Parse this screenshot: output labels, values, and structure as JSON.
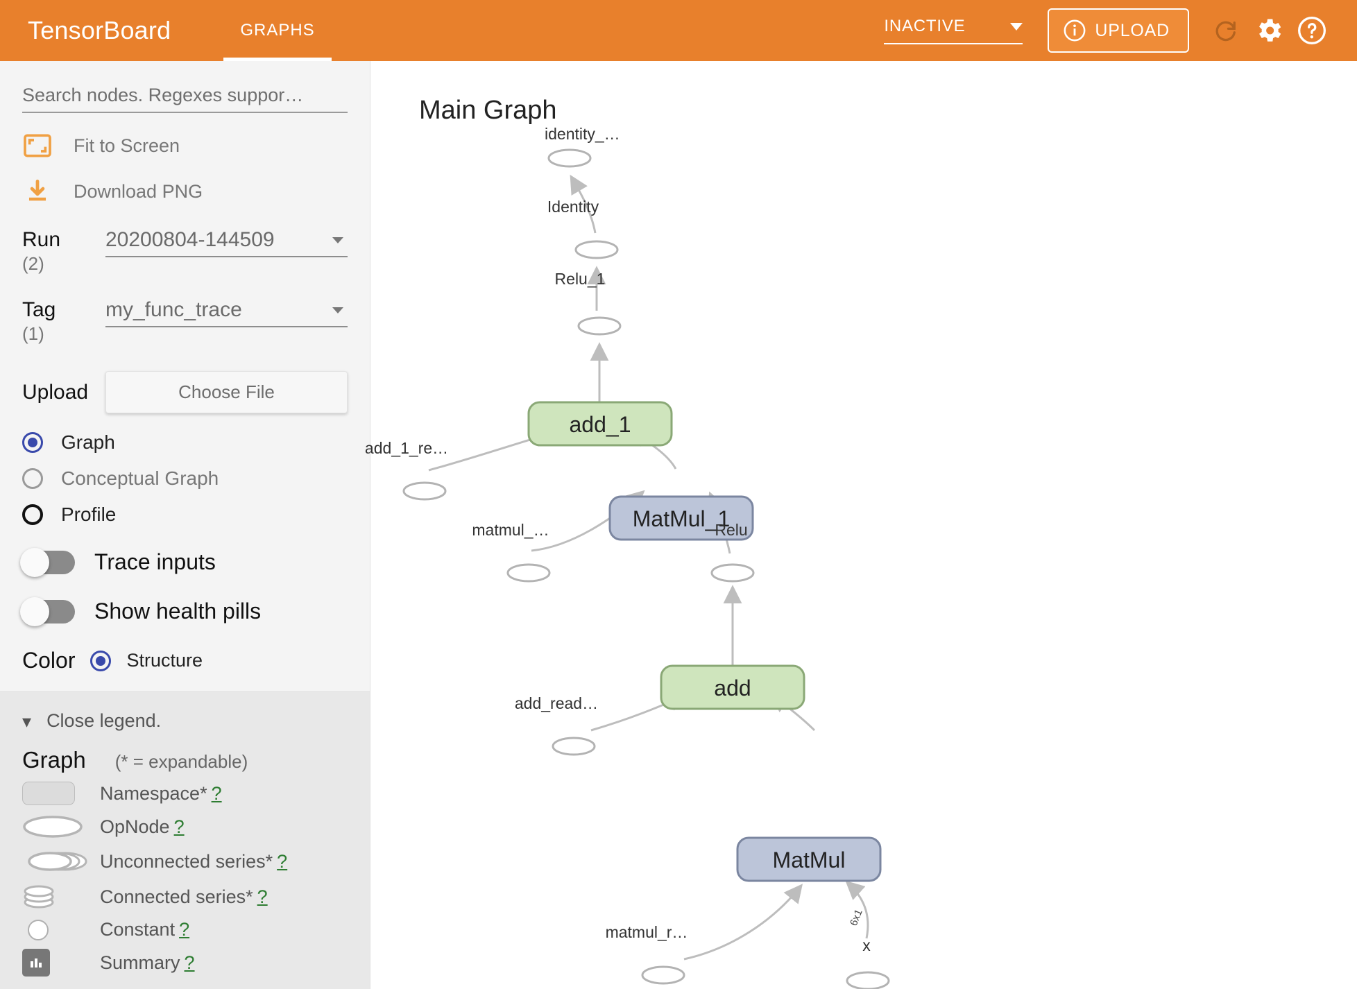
{
  "header": {
    "brand": "TensorBoard",
    "tabs": [
      {
        "label": "GRAPHS",
        "active": true
      }
    ],
    "run_status": "INACTIVE",
    "upload_label": "UPLOAD",
    "icons": [
      "refresh-icon",
      "gear-icon",
      "help-icon"
    ],
    "bg_color": "#e8802c"
  },
  "sidebar": {
    "search": {
      "placeholder": "Search nodes. Regexes suppor…",
      "value": ""
    },
    "actions": [
      {
        "label": "Fit to Screen",
        "icon": "fit-to-screen-icon"
      },
      {
        "label": "Download PNG",
        "icon": "download-icon"
      }
    ],
    "run": {
      "label": "Run",
      "count": "(2)",
      "value": "20200804-144509"
    },
    "tag": {
      "label": "Tag",
      "count": "(1)",
      "value": "my_func_trace"
    },
    "upload": {
      "label": "Upload",
      "button": "Choose File"
    },
    "graph_type": {
      "options": [
        {
          "label": "Graph",
          "state": "selected"
        },
        {
          "label": "Conceptual Graph",
          "state": "disabled"
        },
        {
          "label": "Profile",
          "state": "unselected-dark"
        }
      ]
    },
    "toggles": [
      {
        "label": "Trace inputs",
        "on": false
      },
      {
        "label": "Show health pills",
        "on": false
      }
    ],
    "color": {
      "label": "Color",
      "option": "Structure",
      "selected": true
    },
    "accent_color": "#3949ab"
  },
  "legend": {
    "close_label": "Close legend.",
    "title": "Graph",
    "note": "(* = expandable)",
    "help_mark": "?",
    "items": [
      {
        "label": "Namespace*",
        "symbol": "namespace-rect-icon"
      },
      {
        "label": "OpNode",
        "symbol": "opnode-ellipse-icon"
      },
      {
        "label": "Unconnected series*",
        "symbol": "unconnected-series-icon"
      },
      {
        "label": "Connected series*",
        "symbol": "connected-series-icon"
      },
      {
        "label": "Constant",
        "symbol": "constant-circle-icon"
      },
      {
        "label": "Summary",
        "symbol": "summary-icon"
      }
    ]
  },
  "graph": {
    "title": "Main Graph",
    "nodes": [
      {
        "id": "identity_out",
        "label": "identity_…",
        "type": "op"
      },
      {
        "id": "Identity",
        "label": "Identity",
        "type": "op"
      },
      {
        "id": "Relu_1",
        "label": "Relu_1",
        "type": "op"
      },
      {
        "id": "add_1",
        "label": "add_1",
        "type": "namespace-green"
      },
      {
        "id": "add_1_readvar",
        "label": "add_1_re…",
        "type": "op"
      },
      {
        "id": "MatMul_1",
        "label": "MatMul_1",
        "type": "namespace-blue"
      },
      {
        "id": "matmul_1_readvar",
        "label": "matmul_…",
        "type": "op"
      },
      {
        "id": "Relu",
        "label": "Relu",
        "type": "op"
      },
      {
        "id": "add",
        "label": "add",
        "type": "namespace-green"
      },
      {
        "id": "add_read",
        "label": "add_read…",
        "type": "op"
      },
      {
        "id": "MatMul",
        "label": "MatMul",
        "type": "namespace-blue"
      },
      {
        "id": "matmul_read",
        "label": "matmul_r…",
        "type": "op"
      },
      {
        "id": "x",
        "label": "x",
        "type": "op"
      }
    ],
    "edges": [
      {
        "from": "Identity",
        "to": "identity_out"
      },
      {
        "from": "Relu_1",
        "to": "Identity"
      },
      {
        "from": "add_1",
        "to": "Relu_1"
      },
      {
        "from": "add_1_readvar",
        "to": "add_1"
      },
      {
        "from": "MatMul_1",
        "to": "add_1"
      },
      {
        "from": "matmul_1_readvar",
        "to": "MatMul_1"
      },
      {
        "from": "Relu",
        "to": "MatMul_1"
      },
      {
        "from": "add",
        "to": "Relu"
      },
      {
        "from": "add_read",
        "to": "add"
      },
      {
        "from": "MatMul",
        "to": "add"
      },
      {
        "from": "matmul_read",
        "to": "MatMul"
      },
      {
        "from": "x",
        "to": "MatMul",
        "label": "6x1"
      }
    ],
    "node_colors": {
      "green_fill": "#cfe5bd",
      "blue_fill": "#bcc5d9",
      "edge": "#bdbdbd"
    }
  }
}
